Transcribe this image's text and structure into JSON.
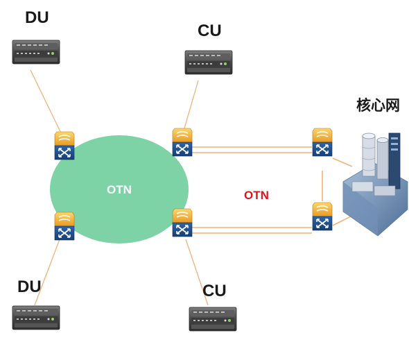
{
  "labels": {
    "du_top": "DU",
    "cu_top": "CU",
    "du_bottom": "DU",
    "cu_bottom": "CU",
    "core": "核心网",
    "otn_cloud": "OTN",
    "otn_link": "OTN"
  },
  "colors": {
    "cloud": "#7ed3a6",
    "fiber": "#f0b27a",
    "otn_link_text": "#e0121b",
    "otn_cloud_text": "#ffffff",
    "switch_top": "#f5b942",
    "switch_bottom": "#1f4f8c"
  },
  "icons": {
    "equipment": "rack-server-icon",
    "switch": "otn-switch-icon",
    "core": "core-network-icon"
  }
}
